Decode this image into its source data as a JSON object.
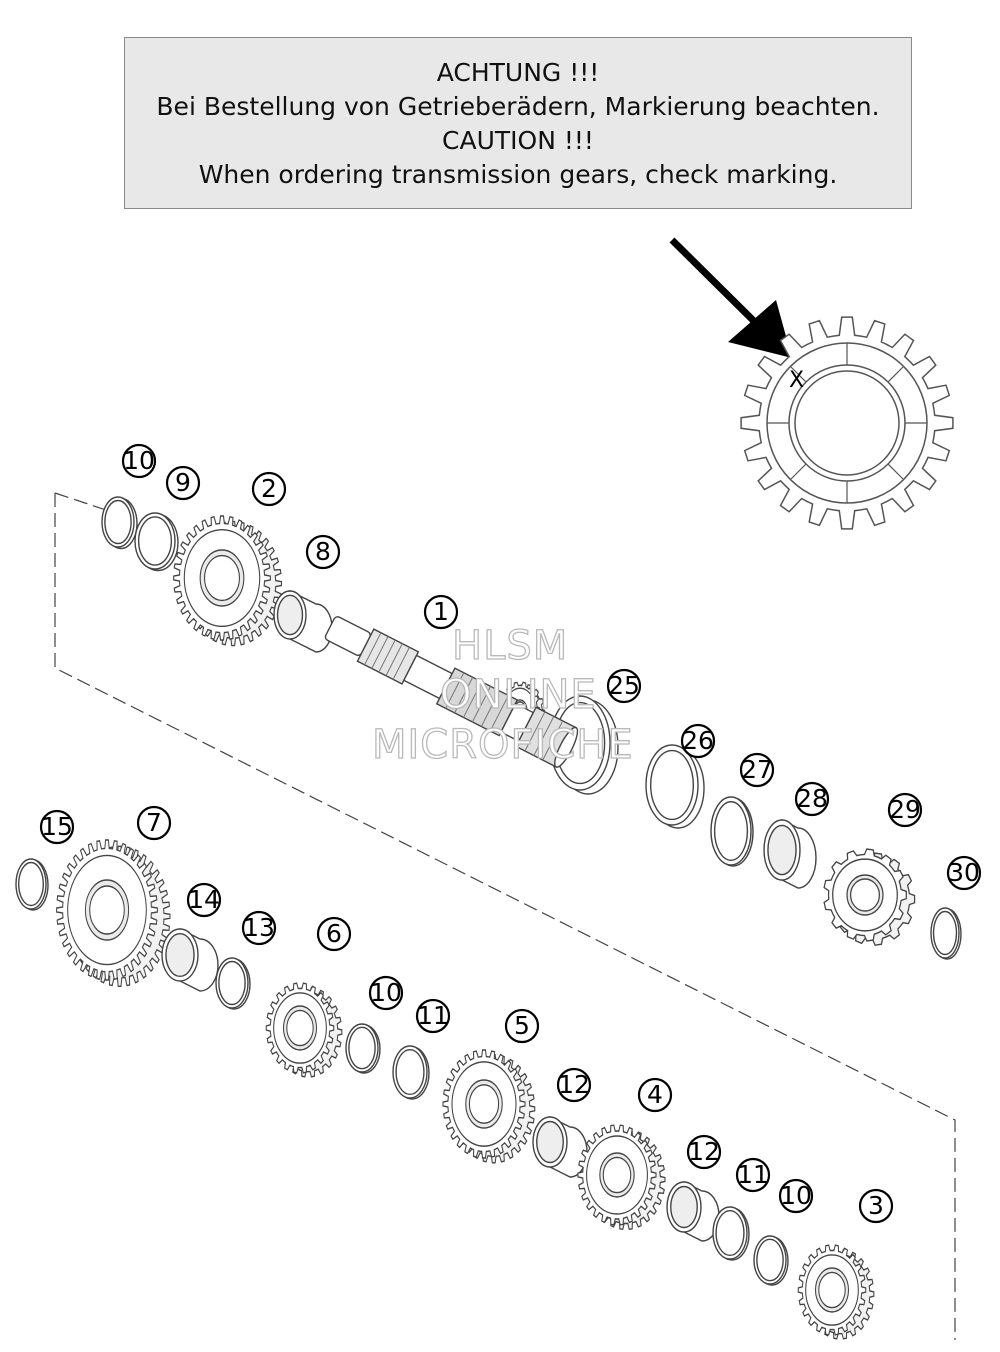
{
  "notice": {
    "line1": "ACHTUNG !!!",
    "line2": "Bei Bestellung von Getrieberädern, Markierung beachten.",
    "line3": "CAUTION !!!",
    "line4": "When ordering transmission gears, check marking."
  },
  "marking_symbol": "X",
  "callouts": [
    "10",
    "9",
    "2",
    "8",
    "1",
    "25",
    "26",
    "27",
    "28",
    "29",
    "30",
    "15",
    "7",
    "14",
    "13",
    "6",
    "10",
    "11",
    "5",
    "12",
    "4",
    "12",
    "11",
    "10",
    "3"
  ],
  "watermark": {
    "line1": "HLSM",
    "line2": "ONLINE",
    "line3": "MICROFICHE"
  }
}
